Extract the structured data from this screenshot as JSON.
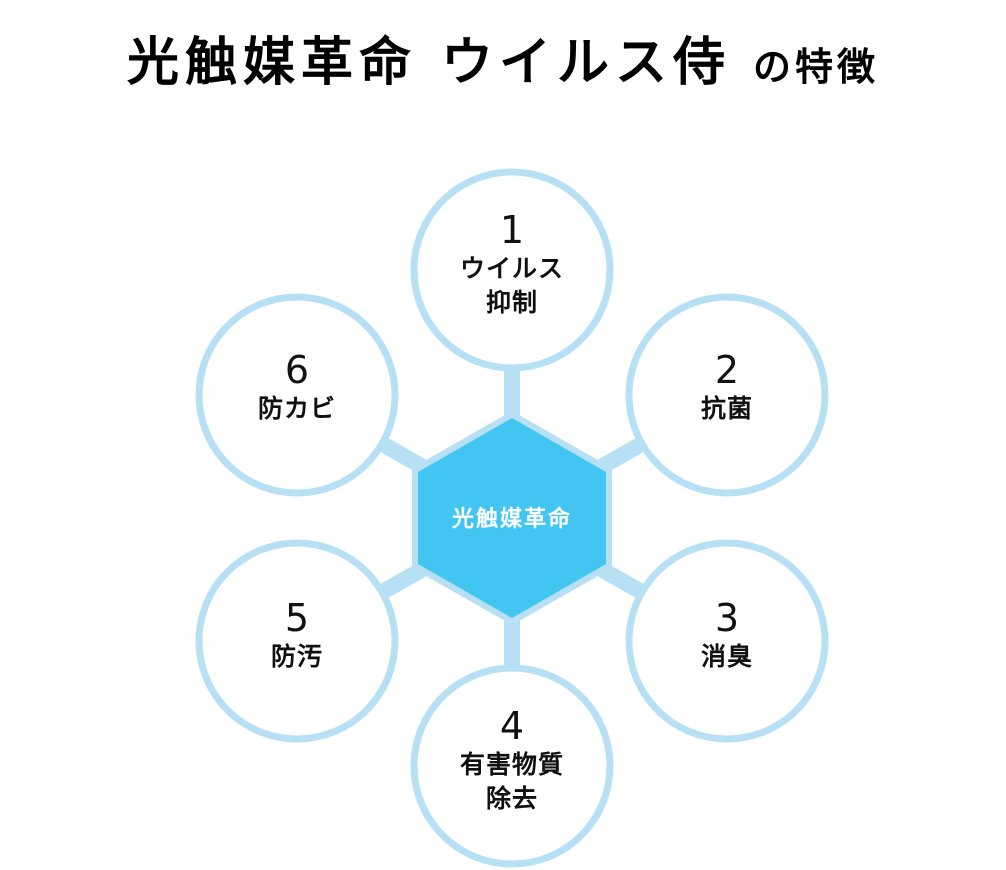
{
  "title": {
    "main": "光触媒革命 ウイルス侍",
    "suffix": "の特徴"
  },
  "center": {
    "label": "光触媒革命"
  },
  "features": [
    {
      "number": "1",
      "label": "ウイルス\n抑制"
    },
    {
      "number": "2",
      "label": "抗菌"
    },
    {
      "number": "3",
      "label": "消臭"
    },
    {
      "number": "4",
      "label": "有害物質\n除去"
    },
    {
      "number": "5",
      "label": "防汚"
    },
    {
      "number": "6",
      "label": "防カビ"
    }
  ],
  "colors": {
    "circle_border": "#b7e0f5",
    "hexagon_fill": "#42c5f0",
    "title_text": "#000000",
    "label_text": "#111111",
    "center_text": "#ffffff"
  }
}
